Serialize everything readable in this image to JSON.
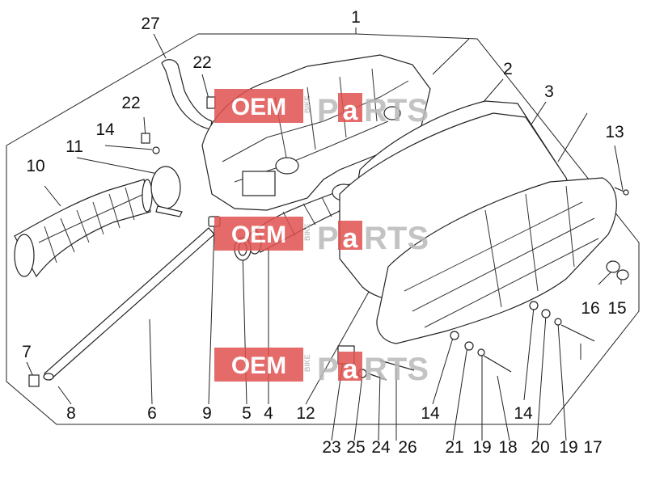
{
  "callouts": [
    {
      "label": "1"
    },
    {
      "label": "2"
    },
    {
      "label": "3"
    },
    {
      "label": "4"
    },
    {
      "label": "5"
    },
    {
      "label": "6"
    },
    {
      "label": "7"
    },
    {
      "label": "8"
    },
    {
      "label": "9"
    },
    {
      "label": "10"
    },
    {
      "label": "11"
    },
    {
      "label": "12"
    },
    {
      "label": "13"
    },
    {
      "label": "14"
    },
    {
      "label": "14"
    },
    {
      "label": "14"
    },
    {
      "label": "14"
    },
    {
      "label": "15"
    },
    {
      "label": "16"
    },
    {
      "label": "17"
    },
    {
      "label": "18"
    },
    {
      "label": "19"
    },
    {
      "label": "19"
    },
    {
      "label": "20"
    },
    {
      "label": "21"
    },
    {
      "label": "22"
    },
    {
      "label": "22"
    },
    {
      "label": "23"
    },
    {
      "label": "24"
    },
    {
      "label": "25"
    },
    {
      "label": "26"
    },
    {
      "label": "27"
    }
  ],
  "watermark": {
    "oem": "OEM",
    "bike": "BIKE",
    "parts_prefix": "P",
    "parts_mid": "a",
    "parts_suffix": "RTS"
  },
  "colors": {
    "watermark_red": "#e0524f",
    "watermark_gray": "#b9b9b9",
    "line": "#222222"
  }
}
